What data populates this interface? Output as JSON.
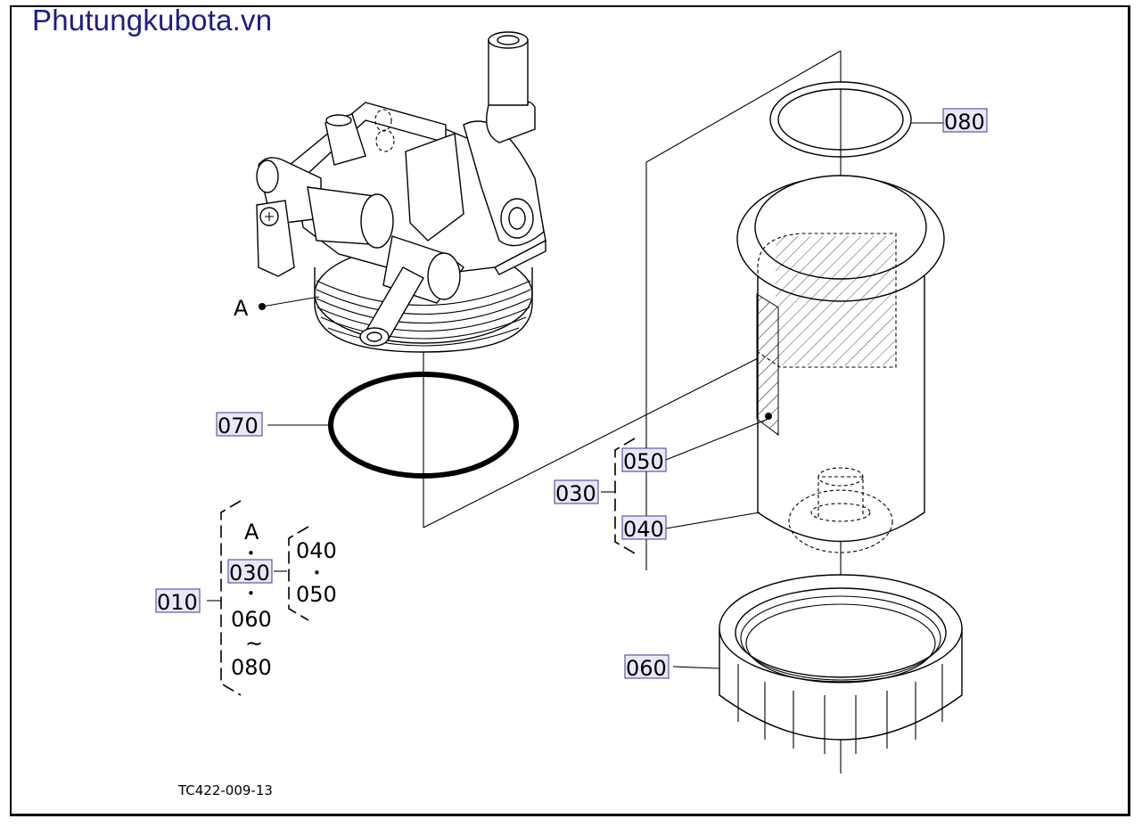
{
  "watermark": "Phutungkubota.vn",
  "drawing_code": "TC422-009-13",
  "callouts": {
    "p080": "080",
    "p070": "070",
    "p050": "050",
    "p040": "040",
    "p030": "030",
    "p060": "060",
    "p010": "010",
    "a_label": "A"
  },
  "assembly_key": {
    "a": "A",
    "dot1": "•",
    "c030": "030",
    "dot2": "•",
    "c060": "060",
    "tilde": "~",
    "c080": "080",
    "sub040": "040",
    "subdot": "•",
    "sub050": "050"
  }
}
